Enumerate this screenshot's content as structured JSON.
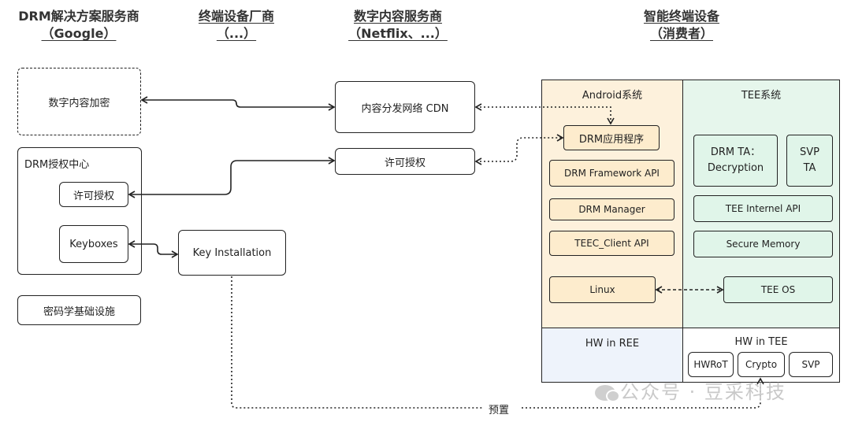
{
  "headers": {
    "drm_provider": {
      "line1": "DRM解决方案服务商",
      "line2": "（Google）"
    },
    "oem": {
      "line1": "终端设备厂商",
      "line2": "（...）"
    },
    "content_provider": {
      "line1": "数字内容服务商",
      "line2": "（Netflix、...）"
    },
    "device": {
      "line1": "智能终端设备",
      "line2": "（消费者）"
    }
  },
  "left": {
    "encrypt": "数字内容加密",
    "license_center": "DRM授权中心",
    "license_auth": "许可授权",
    "keyboxes": "Keyboxes",
    "pki": "密码学基础设施"
  },
  "middle": {
    "key_install": "Key Installation",
    "cdn": "内容分发网络 CDN",
    "license": "许可授权",
    "preset": "预置"
  },
  "android": {
    "title": "Android系统",
    "app": "DRM应用程序",
    "framework": "DRM Framework API",
    "manager": "DRM Manager",
    "teec": "TEEC_Client API",
    "linux": "Linux"
  },
  "tee": {
    "title": "TEE系统",
    "drm_ta": "DRM TA：Decryption",
    "svp_ta": "SVP TA",
    "internal_api": "TEE Internel API",
    "secure_mem": "Secure Memory",
    "os": "TEE OS"
  },
  "hw": {
    "ree": "HW in REE",
    "tee": "HW in TEE",
    "hwrot": "HWRoT",
    "crypto": "Crypto",
    "svp": "SVP"
  },
  "watermark": "公众号 · 豆采科技",
  "colors": {
    "android_bg": "#fdf1dc",
    "tee_bg": "#e6f6ec",
    "ree_hw_bg": "#eef3fb"
  }
}
